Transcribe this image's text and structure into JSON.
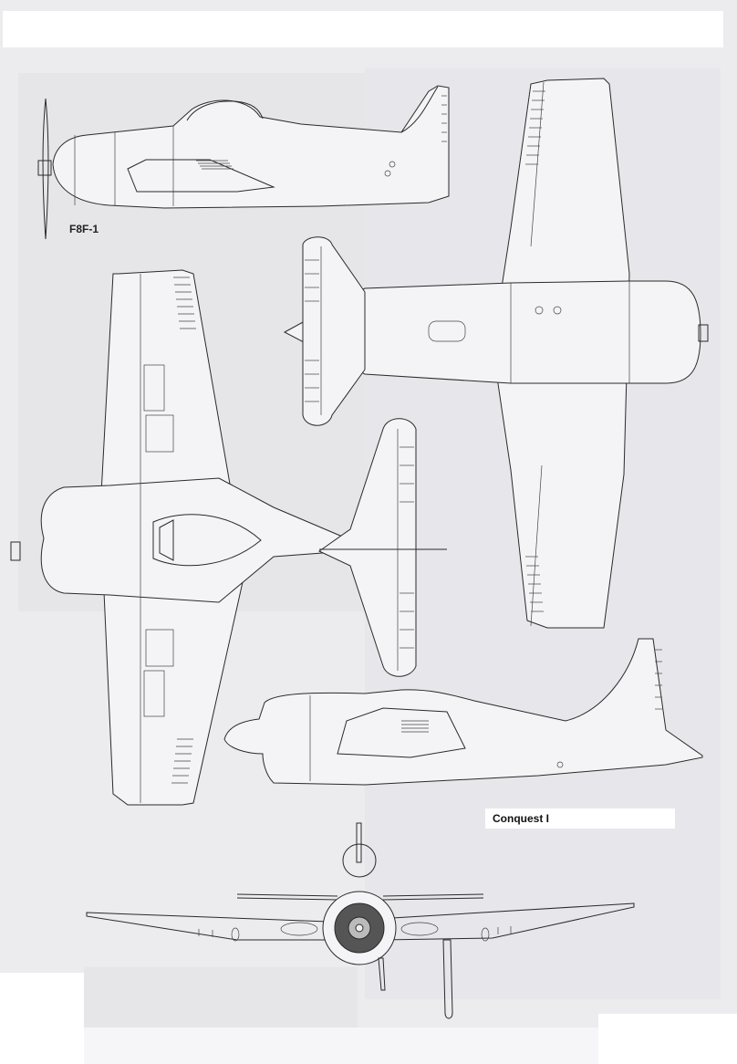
{
  "document": {
    "type": "aircraft-scale-drawing",
    "aircraft_label": "F8F-1",
    "caption_label": "Conquest I",
    "views": [
      {
        "name": "left-side-view"
      },
      {
        "name": "top-view"
      },
      {
        "name": "bottom-view"
      },
      {
        "name": "right-side-view"
      },
      {
        "name": "front-view"
      }
    ]
  },
  "colors": {
    "paper": "#ececef",
    "line": "#2a2a2a",
    "overlay": "#ffffff"
  }
}
